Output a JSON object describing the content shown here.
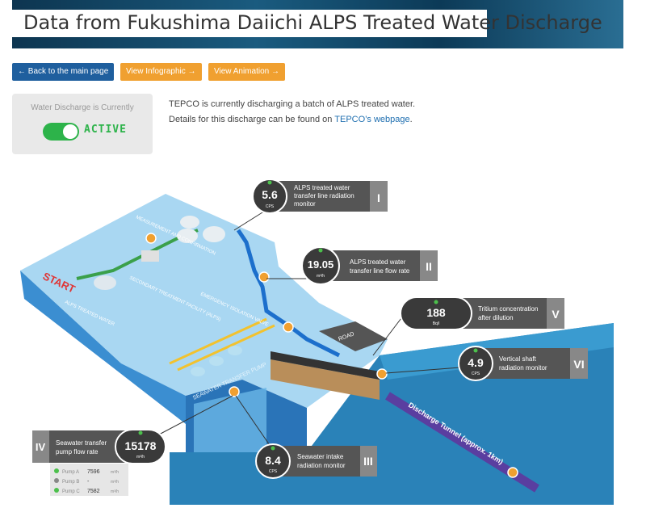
{
  "page": {
    "title": "Data from Fukushima Daiichi ALPS Treated Water Discharge"
  },
  "buttons": {
    "back": "← Back to the main page",
    "infographic": "View Infographic →",
    "animation": "View Animation →"
  },
  "status": {
    "label": "Water Discharge is Currently",
    "state": "ACTIVE",
    "color": "#2db34a"
  },
  "info": {
    "line1": "TEPCO is currently discharging a batch of ALPS treated water.",
    "line2_prefix": "Details for this discharge can be found on ",
    "link": "TEPCO’s webpage",
    "line2_suffix": "."
  },
  "diagram": {
    "labels": {
      "start": "START",
      "alps_treated_water": "ALPS TREATED WATER",
      "secondary_treatment": "SECONDARY TREATMENT FACILITY (ALPS)",
      "measurement": "MEASUREMENT AND CONFIRMATION",
      "emergency_valve": "EMERGENCY ISOLATION VALVE",
      "seawater_pump": "SEAWATER TRANSFER PUMP",
      "road": "ROAD",
      "tunnel": "Discharge Tunnel (approx. 1km)"
    },
    "monitors": [
      {
        "id": "I",
        "value": "5.6",
        "unit": "CPS",
        "desc1": "ALPS treated water",
        "desc2": "transfer line radiation",
        "desc3": "monitor"
      },
      {
        "id": "II",
        "value": "19.05",
        "unit": "m³/h",
        "desc1": "ALPS treated water",
        "desc2": "transfer line flow rate",
        "desc3": ""
      },
      {
        "id": "III",
        "value": "8.4",
        "unit": "CPS",
        "desc1": "Seawater intake",
        "desc2": "radiation monitor",
        "desc3": ""
      },
      {
        "id": "IV",
        "value": "15178",
        "unit": "m³/h",
        "desc1": "Seawater transfer",
        "desc2": "pump flow rate",
        "desc3": ""
      },
      {
        "id": "V",
        "value": "188",
        "unit": "Bq/l",
        "desc1": "Tritium concentration",
        "desc2": "after dilution",
        "desc3": ""
      },
      {
        "id": "VI",
        "value": "4.9",
        "unit": "CPS",
        "desc1": "Vertical shaft",
        "desc2": "radiation monitor",
        "desc3": ""
      }
    ],
    "pumps": [
      {
        "name": "Pump A",
        "value": "7596",
        "unit": "m³/h",
        "status_color": "#4cc04c"
      },
      {
        "name": "Pump B",
        "value": "-",
        "unit": "m³/h",
        "status_color": "#888888"
      },
      {
        "name": "Pump C",
        "value": "7582",
        "unit": "m³/h",
        "status_color": "#4cc04c"
      }
    ]
  }
}
